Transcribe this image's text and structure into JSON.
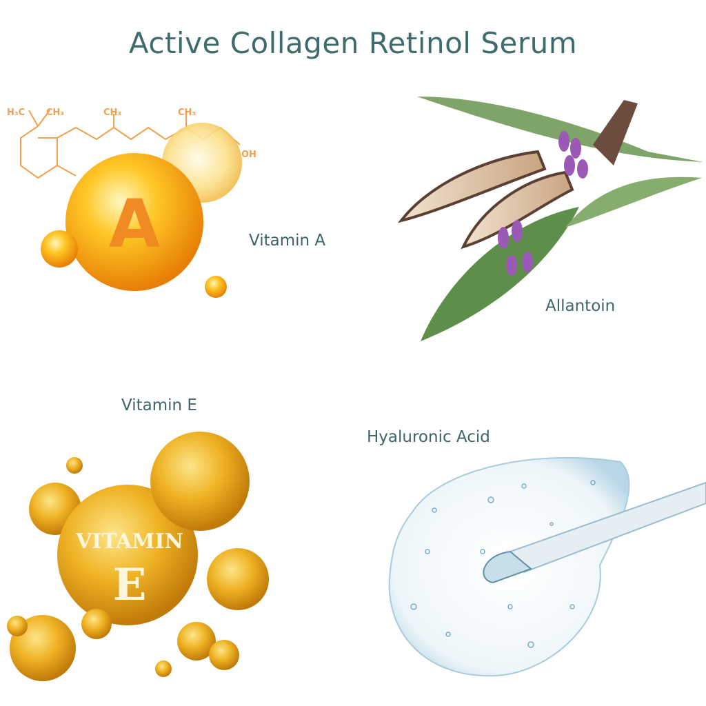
{
  "title": "Active Collagen Retinol Serum",
  "ingredients": [
    {
      "name": "Vitamin A",
      "icon": "vitamin-a-capsule",
      "letter": "A",
      "formula_labels": [
        "H₃C",
        "CH₃",
        "CH₃",
        "CH₃",
        "OH"
      ]
    },
    {
      "name": "Allantoin",
      "icon": "comfrey-plant"
    },
    {
      "name": "Vitamin E",
      "icon": "vitamin-e-bubbles",
      "badge_line1": "VITAMIN",
      "badge_line2": "E"
    },
    {
      "name": "Hyaluronic Acid",
      "icon": "serum-drop-pipette"
    }
  ],
  "colors": {
    "title": "#3f6b6d",
    "label": "#3f6468",
    "formula": "#f0a050",
    "gold": "#f5b21a"
  }
}
